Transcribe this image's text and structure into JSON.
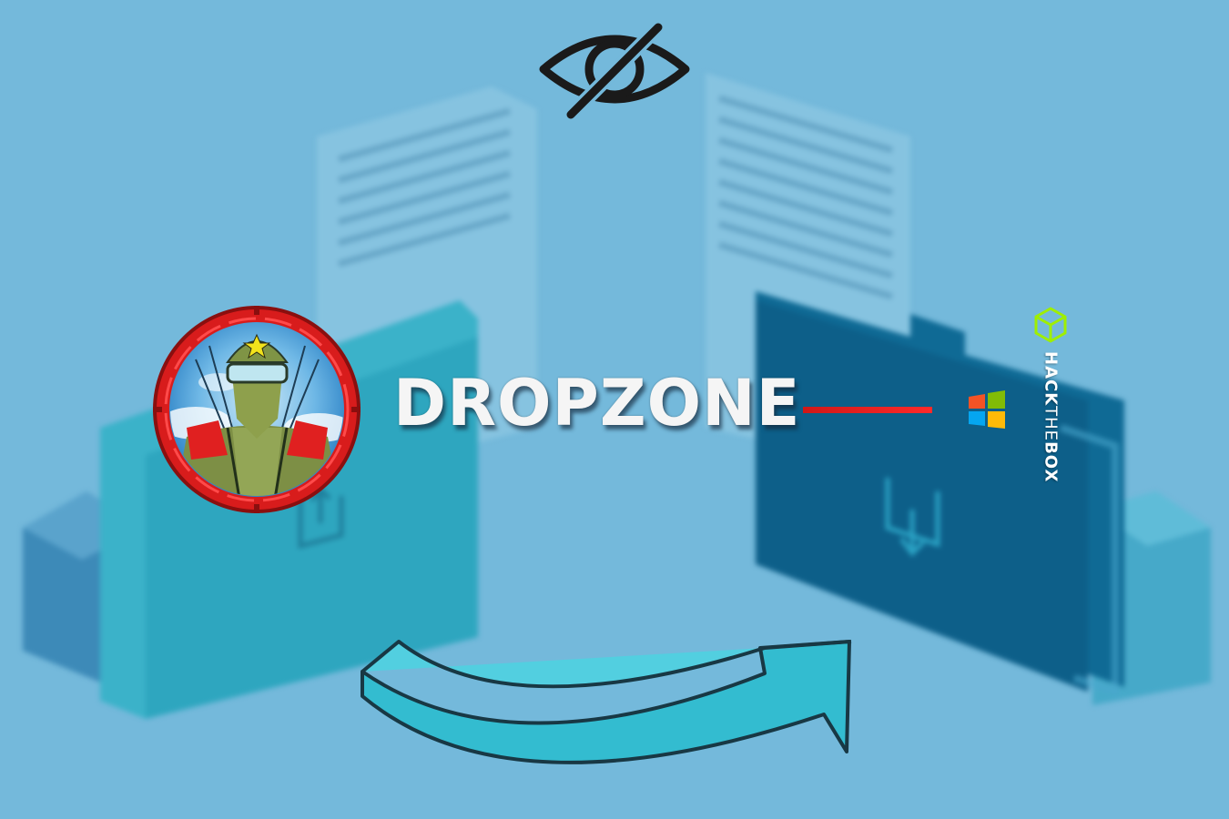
{
  "machine": {
    "name": "DROPZONE",
    "os_icon": "windows-logo-icon"
  },
  "brand": {
    "part1": "HACK",
    "part2": "THE",
    "part3": "BOX",
    "logo_icon": "hackthebox-cube-icon"
  },
  "icons": {
    "hidden": "eye-slash-icon",
    "transfer_arrow": "curved-arrow-icon",
    "avatar": "paratrooper-avatar-icon"
  },
  "colors": {
    "background": "#74b9db",
    "accent_red": "#e02020",
    "brand_green": "#9fef00"
  }
}
